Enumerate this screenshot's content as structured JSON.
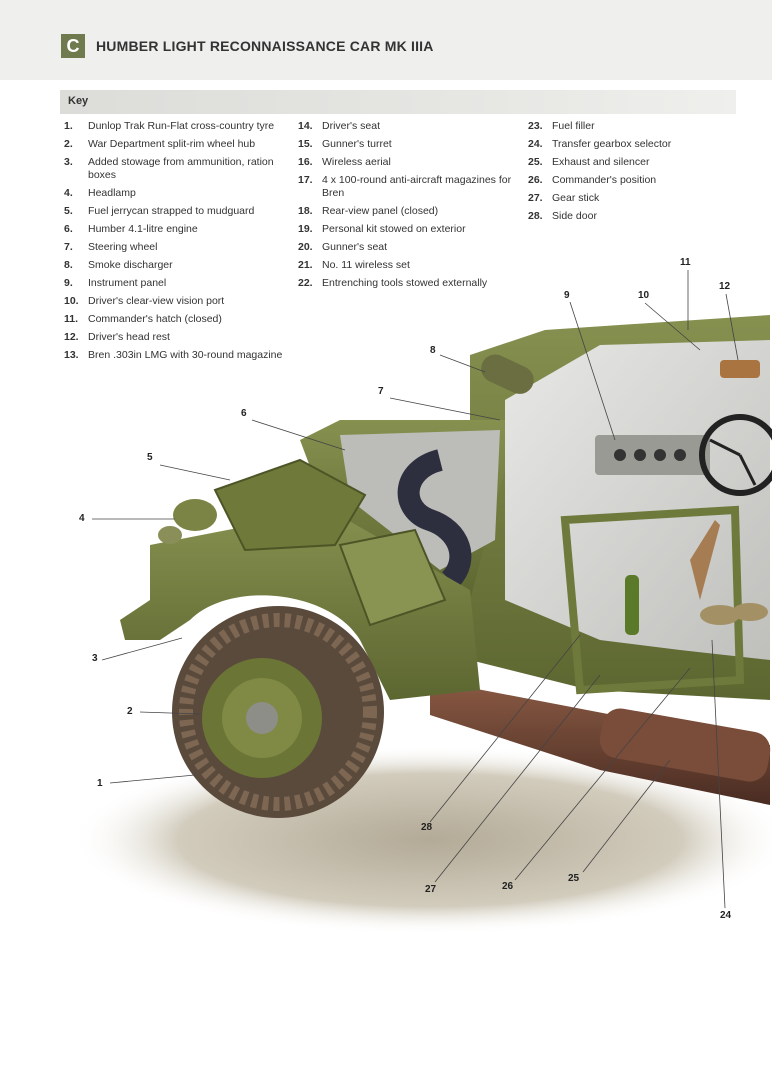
{
  "header": {
    "badge": "C",
    "title": "HUMBER LIGHT RECONNAISSANCE CAR MK IIIA"
  },
  "key": {
    "label": "Key",
    "columns": [
      [
        {
          "num": "1.",
          "text": "Dunlop Trak Run-Flat cross-country tyre"
        },
        {
          "num": "2.",
          "text": "War Department split-rim wheel hub"
        },
        {
          "num": "3.",
          "text": "Added stowage from ammunition, ration boxes"
        },
        {
          "num": "4.",
          "text": "Headlamp"
        },
        {
          "num": "5.",
          "text": "Fuel jerrycan strapped to mudguard"
        },
        {
          "num": "6.",
          "text": "Humber 4.1-litre engine"
        },
        {
          "num": "7.",
          "text": "Steering wheel"
        },
        {
          "num": "8.",
          "text": "Smoke discharger"
        },
        {
          "num": "9.",
          "text": "Instrument panel"
        },
        {
          "num": "10.",
          "text": "Driver's clear-view vision port"
        },
        {
          "num": "11.",
          "text": "Commander's hatch (closed)"
        },
        {
          "num": "12.",
          "text": "Driver's head rest"
        },
        {
          "num": "13.",
          "text": "Bren .303in LMG with 30-round magazine"
        }
      ],
      [
        {
          "num": "14.",
          "text": "Driver's seat"
        },
        {
          "num": "15.",
          "text": "Gunner's turret"
        },
        {
          "num": "16.",
          "text": "Wireless aerial"
        },
        {
          "num": "17.",
          "text": "4 x 100-round anti-aircraft magazines for Bren"
        },
        {
          "num": "18.",
          "text": "Rear-view panel (closed)"
        },
        {
          "num": "19.",
          "text": "Personal kit stowed on exterior"
        },
        {
          "num": "20.",
          "text": "Gunner's seat"
        },
        {
          "num": "21.",
          "text": "No. 11 wireless set"
        },
        {
          "num": "22.",
          "text": "Entrenching tools stowed externally"
        }
      ],
      [
        {
          "num": "23.",
          "text": "Fuel filler"
        },
        {
          "num": "24.",
          "text": "Transfer gearbox selector"
        },
        {
          "num": "25.",
          "text": "Exhaust and silencer"
        },
        {
          "num": "26.",
          "text": "Commander's position"
        },
        {
          "num": "27.",
          "text": "Gear stick"
        },
        {
          "num": "28.",
          "text": "Side door"
        }
      ]
    ]
  },
  "callouts": [
    "1",
    "2",
    "3",
    "4",
    "5",
    "6",
    "7",
    "8",
    "9",
    "10",
    "11",
    "12",
    "24",
    "25",
    "26",
    "27",
    "28"
  ],
  "colors": {
    "badge": "#6f7a4f",
    "hull": "#6e7a3c",
    "tyre": "#5a4a3c"
  }
}
